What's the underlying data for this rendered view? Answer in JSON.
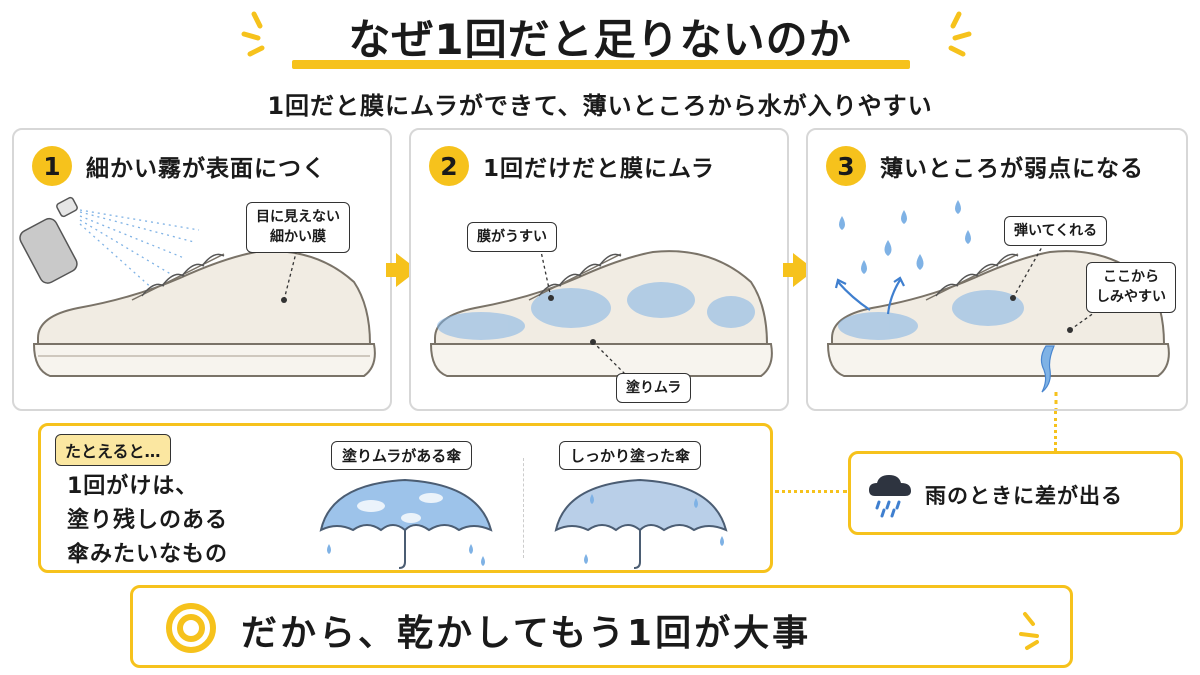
{
  "title": "なぜ1回だと足りないのか",
  "subtitle": "1回だと膜にムラができて、薄いところから水が入りやすい",
  "steps": [
    {
      "number": "1",
      "title": "細かい霧が表面につく",
      "callouts": [
        "目に見えない\n細かい膜"
      ]
    },
    {
      "number": "2",
      "title": "1回だけだと膜にムラ",
      "callouts": [
        "膜がうすい",
        "塗りムラ"
      ]
    },
    {
      "number": "3",
      "title": "薄いところが弱点になる",
      "callouts": [
        "弾いてくれる",
        "ここから\nしみやすい"
      ]
    }
  ],
  "analogy": {
    "tag": "たとえると…",
    "lines": [
      "1回がけは、",
      "塗り残しのある",
      "傘みたいなもの"
    ],
    "umbrella_uneven_label": "塗りムラがある傘",
    "umbrella_even_label": "しっかり塗った傘"
  },
  "rain_note": "雨のときに差が出る",
  "conclusion": "だから、乾かしてもう1回が大事",
  "colors": {
    "accent": "#f6c21c",
    "water": "#7fb2e5",
    "shoe": "#f1ece3",
    "border": "#d7d7d7"
  },
  "icons": [
    "spray-can-icon",
    "water-drop-icon",
    "rain-cloud-icon",
    "double-circle-icon"
  ]
}
